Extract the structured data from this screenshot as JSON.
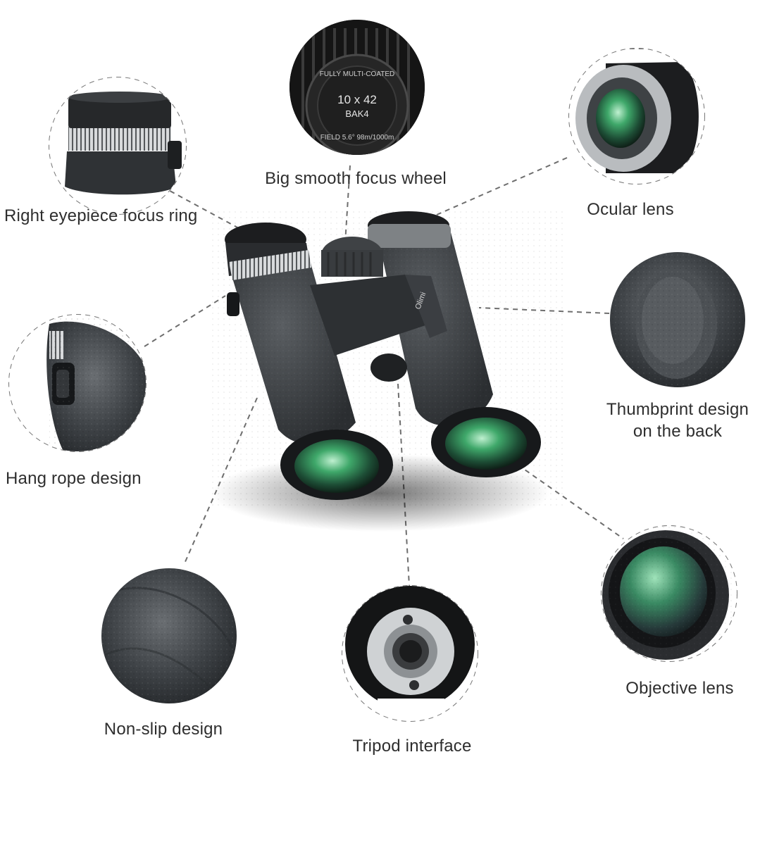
{
  "features": {
    "focus_wheel": "Big smooth focus wheel",
    "right_eyepiece": "Right eyepiece focus ring",
    "ocular_lens": "Ocular lens",
    "thumbprint_line1": "Thumbprint design",
    "thumbprint_line2": "on the back",
    "hang_rope": "Hang rope design",
    "non_slip": "Non-slip design",
    "tripod": "Tripod interface",
    "objective_lens": "Objective lens"
  },
  "wheel_print": {
    "spec": "10 x 42",
    "prism": "BAK4",
    "ring_top": "FULLY MULTI-COATED",
    "ring_bottom": "FIELD 5.6° 98m/1000m"
  },
  "brand": "Olimi",
  "colors": {
    "body": "#3a3d40",
    "lens_green": "#3fa86a",
    "dash": "#6e6e6e"
  }
}
